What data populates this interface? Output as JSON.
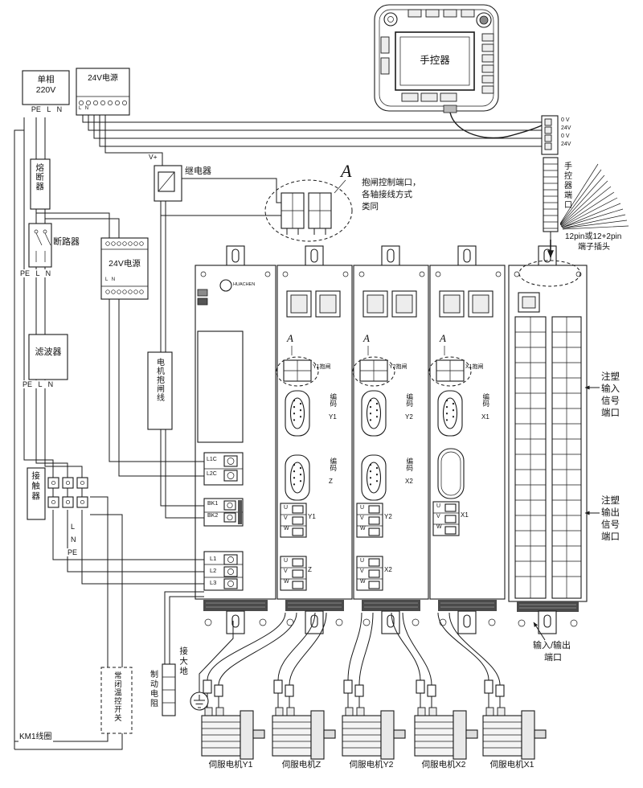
{
  "diagram": {
    "supply220": {
      "line1": "单相",
      "line2": "220V"
    },
    "pe_l_n": "PE L N",
    "psu24_top": {
      "label": "24V电源",
      "terminals": "L N"
    },
    "psu24_mid": {
      "label": "24V电源",
      "terminals": "L N"
    },
    "fuse": "熔断器",
    "breaker": "断路器",
    "relay": "继电器",
    "v_plus": "V+",
    "filter": "滤波器",
    "motor_brake_line": "电机抱闸线",
    "contactor": "接触器",
    "phase_l": "L",
    "phase_n": "N",
    "phase_pe": "PE",
    "brake_note": {
      "line1": "抱闸控制端口，",
      "line2": "各轴接线方式",
      "line3": "类同"
    },
    "callout_a": "A",
    "pendant": {
      "screen": "手控器",
      "port_label": "手控器端口",
      "pins": [
        "0 V",
        "24V",
        "0 V",
        "24V"
      ],
      "plug_note1": "12pin或12+2pin",
      "plug_note2": "端子插头"
    },
    "inj_in": [
      "注塑",
      "输入",
      "信号",
      "端口"
    ],
    "inj_out": [
      "注塑",
      "输出",
      "信号",
      "端口"
    ],
    "io_port": {
      "line1": "输入/输出",
      "line2": "端口"
    },
    "ground": "接大地",
    "temp_switch": "常闭温控开关",
    "brake_resistor": "制动电阻",
    "km1": "KM1线圈",
    "brand": "HUACHEN",
    "power_terms": {
      "l1c": "L1C",
      "l2c": "L2C",
      "bk1": "BK1",
      "bk2": "BK2",
      "l1": "L1",
      "l2": "L2",
      "l3": "L3"
    },
    "uvw": {
      "u": "U",
      "v": "V",
      "w": "W"
    },
    "modules": [
      {
        "a": "A",
        "brake": "Y1抱闸",
        "enc1": "编码",
        "enc1_axis": "Y1",
        "enc2": "编码",
        "enc2_axis": "Z",
        "uvw1_axis": "Y1",
        "uvw2_axis": "Z"
      },
      {
        "a": "A",
        "brake": "Y2抱闸",
        "enc1": "编码",
        "enc1_axis": "Y2",
        "enc2": "编码",
        "enc2_axis": "X2",
        "uvw1_axis": "Y2",
        "uvw2_axis": "X2"
      },
      {
        "a": "A",
        "brake": "X1抱闸",
        "enc1": "编码",
        "enc1_axis": "X1",
        "uvw1_axis": "X1"
      }
    ],
    "motors": [
      {
        "label": "伺服电机Y1"
      },
      {
        "label": "伺服电机Z"
      },
      {
        "label": "伺服电机Y2"
      },
      {
        "label": "伺服电机X2"
      },
      {
        "label": "伺服电机X1"
      }
    ]
  }
}
